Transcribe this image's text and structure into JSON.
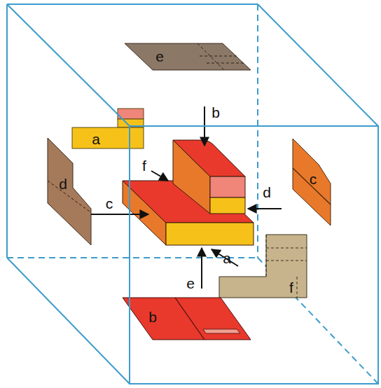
{
  "diagram": {
    "labels": [
      "e",
      "a",
      "b",
      "f",
      "d",
      "c",
      "d",
      "c",
      "a",
      "e",
      "f",
      "b"
    ]
  }
}
